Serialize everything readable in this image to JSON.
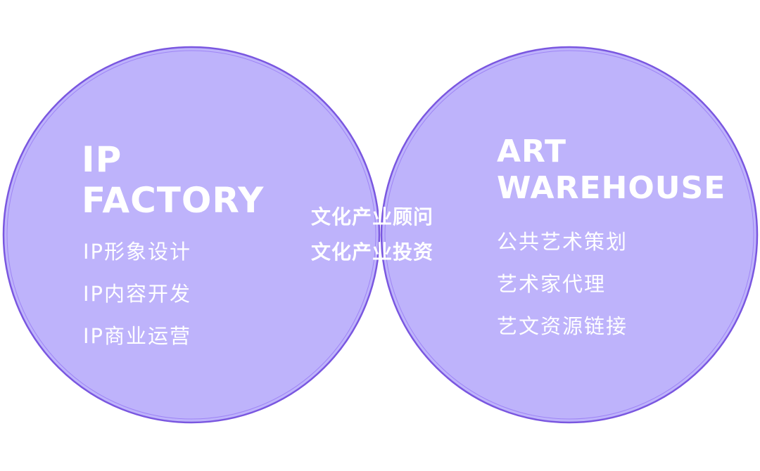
{
  "colors": {
    "circle_fill": "#beb3fb",
    "overlap_fill": "#8468fb",
    "stroke": "#7a57e0",
    "text": "#ffffff"
  },
  "left": {
    "title_lines": [
      "IP",
      "FACTORY"
    ],
    "items": [
      "IP形象设计",
      "IP内容开发",
      "IP商业运营"
    ]
  },
  "right": {
    "title_lines": [
      "ART",
      "WAREHOUSE"
    ],
    "items": [
      "公共艺术策划",
      "艺术家代理",
      "艺文资源链接"
    ]
  },
  "center": {
    "lines": [
      "文化产业顾问",
      "文化产业投资"
    ]
  }
}
